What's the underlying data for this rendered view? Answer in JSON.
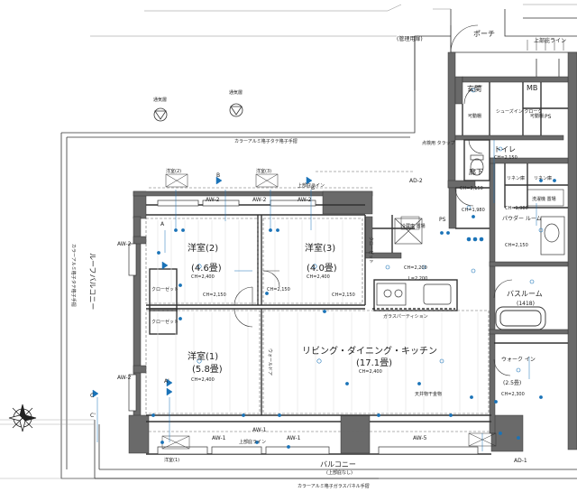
{
  "colors": {
    "wall": "#555555",
    "line": "#333333",
    "fixture": "#1a73b8",
    "dash": "#666666"
  },
  "labels": {
    "porch": "ポーチ",
    "kanrisha": "(管理用扉)",
    "jobu_hisashi_top": "上部庇ライン",
    "entrance": "玄関",
    "mb": "MB",
    "ps": "PS",
    "shoes_closet": "シューズイン\nクローク",
    "shuno_a": "可動棚",
    "shuno_b": "可動棚",
    "toilet": "トイレ",
    "toilet_ch": "CH=2,150",
    "kenshu": "点検用\nタラップ",
    "corridor": "廊下",
    "corridor_ch": "CH=2,150",
    "linen_1": "リネン庫",
    "linen_2": "リネン庫",
    "washer": "洗濯機\n置場",
    "powder": "パウダー\nルーム",
    "powder_ch": "CH=2,150",
    "bathroom": "バスルーム",
    "bathroom_size": "(1418)",
    "walkin": "ウォーク\nイン",
    "walkin_size": "(2.5畳)",
    "walkin_ch": "CH=2,300",
    "ldk": "リビング・ダイニング・キッチン",
    "ldk_size": "(17.1畳)",
    "ldk_ch": "CH=2,400",
    "kitchen_ch": "CH=2,200",
    "l_2200": "L=2,200",
    "glass_partition": "ガラスパーティション",
    "bed1": "洋室(1)",
    "bed1_size": "(5.8畳)",
    "bed1_ch": "CH=2,400",
    "bed2": "洋室(2)",
    "bed2_size": "(4.6畳)",
    "bed2_ch": "CH=2,400",
    "bed3": "洋室(3)",
    "bed3_size": "(4.0畳)",
    "bed3_ch": "CH=2,400",
    "closet": "クローゼット",
    "closet2": "クローゼット",
    "closet3": "クローゼット",
    "ch_2150_a": "CH=2,150",
    "ch_2150_b": "CH=2,150",
    "ch_2150_c": "CH=2,150",
    "ch_1980": "CH=1,980",
    "ch_1980_b": "CH=1,980",
    "fridge": "冷蔵庫\n置場",
    "roof_balcony": "ルーフバルコニー",
    "balcony": "バルコニー",
    "balcony_sub": "(上部庇なし)",
    "rail_top": "カラーアルミ格子タテ格子手摺",
    "rail_left": "カラーアルミ格子タテ格子手摺",
    "rail_bottom": "カラーアルミ格子ガラスパネル手摺",
    "jobu_hisashi_1": "上部庇ライン",
    "jobu_hisashi_2": "上部庇ライン",
    "vent_1": "通気層",
    "vent_2": "通気層",
    "wall_note": "ウォールドア",
    "ceiling_hanger": "天井物干金物",
    "ad1": "AD-1",
    "ad2": "AD-2",
    "aw2_1": "AW-2",
    "aw2_2": "AW-2",
    "aw2_3": "AW-2",
    "aw2_4": "AW-2",
    "aw2_5": "AW-2",
    "aw1_1": "AW-1",
    "aw1_2": "AW-1",
    "aw1_3": "AW-1",
    "aw5": "AW-5",
    "a_mark": "A",
    "a_mark2": "A'",
    "b_mark": "B",
    "b_mark2": "B'",
    "c_mark": "C",
    "c_mark2": "C'",
    "yoshitsu_small_1": "洋室(2)",
    "yoshitsu_small_2": "洋室(3)",
    "yoshitsu_small_3": "洋室(1)"
  }
}
